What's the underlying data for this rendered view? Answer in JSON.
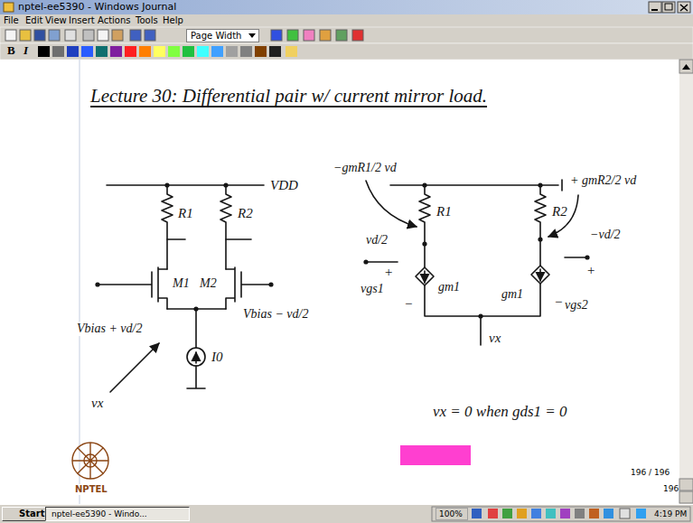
{
  "diagram": {
    "title": "Lecture 30: Differential pair w/ current mirror load.",
    "nodes": [
      {
        "text": [
          "Page Width"
        ]
      },
      {
        "text": [
          "Start"
        ]
      },
      {
        "text": [
          "nptel-ee5390 - Windo..."
        ]
      },
      {
        "text": [
          "100%"
        ]
      }
    ],
    "labels": [
      "nptel-ee5390 - Windows Journal",
      "File",
      "Edit",
      "View",
      "Insert",
      "Actions",
      "Tools",
      "Help",
      "B",
      "I",
      "VDD",
      "R1",
      "R2",
      "M1",
      "M2",
      "Vbias + vd/2",
      "Vbias − vd/2",
      "I0",
      "vx",
      "−gmR1/2 vd",
      "+ gmR2/2 vd",
      "R1",
      "R2",
      "vd/2",
      "+",
      "vgs1",
      "−",
      "gm1",
      "gm1",
      "−",
      "vgs2",
      "−vd/2",
      "+",
      "vx",
      "vx = 0 when gds1 = 0",
      "NPTEL",
      "196 / 196",
      "196",
      "4:19 PM"
    ]
  }
}
